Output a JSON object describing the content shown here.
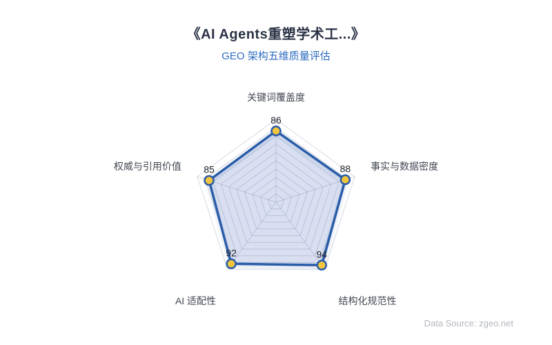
{
  "chart_data": {
    "type": "radar",
    "title": "《AI Agents重塑学术工...》",
    "subtitle": "GEO 架构五维质量评估",
    "indicators": [
      {
        "label": "关键词覆盖度",
        "max": 100
      },
      {
        "label": "事实与数据密度",
        "max": 100
      },
      {
        "label": "结构化规范性",
        "max": 100
      },
      {
        "label": "AI 适配性",
        "max": 100
      },
      {
        "label": "权威与引用价值",
        "max": 100
      }
    ],
    "series": [
      {
        "values": [
          86,
          88,
          94,
          92,
          85
        ]
      }
    ],
    "value_range": [
      0,
      100
    ],
    "rings": 10,
    "grid_on": true,
    "legend_position": "none",
    "layout": {
      "center_x": 400,
      "center_y": 293,
      "radius": 120
    },
    "colors": {
      "title": "#2b3346",
      "subtitle": "#2c6bc0",
      "axis_label": "#434854",
      "value_label": "#1f2329",
      "grid_line": "#ccd1dc",
      "area_fill": "rgba(58,96,180,0.16)",
      "area_stroke": "#2a5ca8",
      "point_fill": "#f0c63e",
      "point_stroke": "#2a5ca8",
      "footer": "#b3b6bd"
    }
  },
  "footer": {
    "data_source": "Data Source: zgeo.net"
  }
}
